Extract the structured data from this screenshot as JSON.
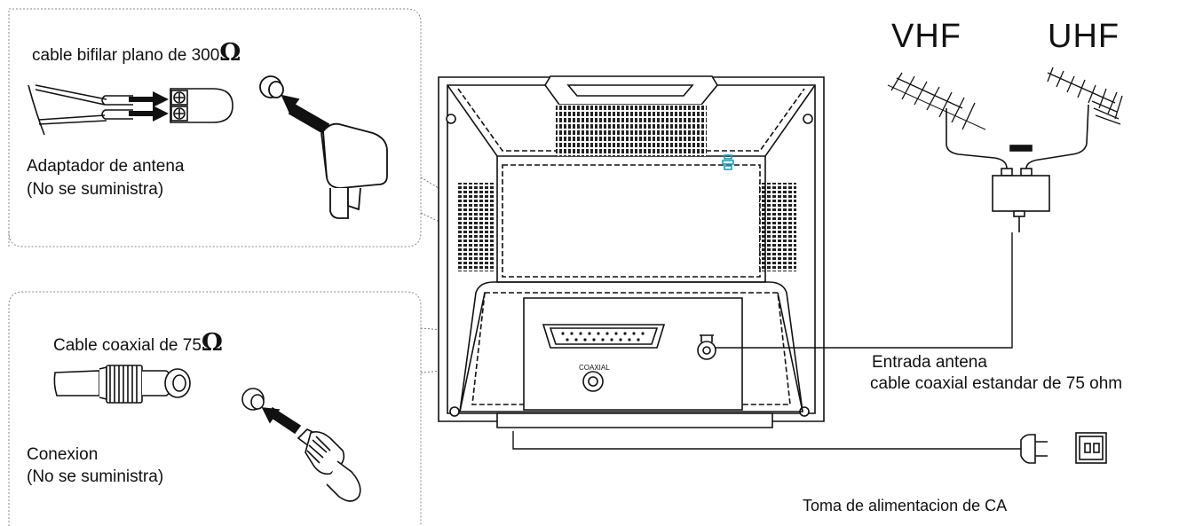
{
  "labels": {
    "twin_lead": "cable bifilar plano de 300",
    "adapter_line1": "Adaptador de antena",
    "adapter_line2": "(No se suministra)",
    "coax_cable": "Cable coaxial de 75",
    "connector_line1": "Conexion",
    "connector_line2": "(No se suministra)",
    "vhf": "VHF",
    "uhf": "UHF",
    "antenna_input_line1": "Entrada antena",
    "antenna_input_line2": "cable coaxial estandar de 75 ohm",
    "ac_outlet": "Toma de alimentacion de CA",
    "coaxial_jack": "COAXIAL",
    "ohm_symbol": "Ω"
  },
  "colors": {
    "line": "#111111",
    "dotted_frame": "#8a8a8a",
    "highlight": "#1aa3b8"
  },
  "icons": [
    "arrow-icon",
    "screw-terminal-icon",
    "antenna-icon",
    "power-plug-icon",
    "wall-outlet-icon"
  ]
}
